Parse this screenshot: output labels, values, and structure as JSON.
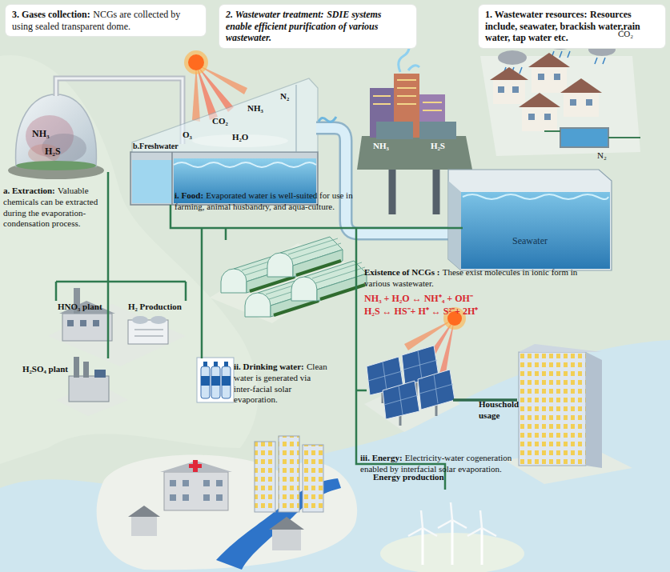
{
  "diagram": {
    "nodes": [
      {
        "text": [
          "3. Gases collection:",
          "NCGs are collected by using sealed transparent dome."
        ]
      },
      {
        "text": [
          "2. Wastewater treatment:",
          "SDIE systems enable efficient purification of various wastewater."
        ]
      },
      {
        "text": [
          "1. Wastewater resources:",
          "Resources include, seawater, brackish water,rain water, tap water etc."
        ]
      }
    ],
    "labels": [
      "a. Extraction:",
      "Valuable chemicals can be extracted during the evaporation-condensation process.",
      "NH₃",
      "H₂S",
      "b.Freshwater",
      "O₃",
      "CO₂",
      "NH₃",
      "N₂",
      "H₂O",
      "NH₃",
      "H₂S",
      "CO₂",
      "N₂",
      "Seawater",
      "i. Food:",
      "Evaporated water is well-suited for use in farming, animal husbandry, and aqua-culture.",
      "Existence of NCGs :",
      "These exist molecules in ionic form in various wastewater.",
      "NH₃ + H₂O ↔ NH⁺₄ + OH⁻",
      "H₂S ↔ HS⁻+ H⁺ ↔ S²⁻+ 2H⁺",
      "HNO₃ plant",
      "H₂ Production",
      "H₂SO₄ plant",
      "ii. Drinking water:",
      "Clean water is generated via inter-facial solar evaporation.",
      "Houschold usage",
      "iii. Energy:",
      "Electricity-water cogeneration enabled by interfacial solar evaporation.",
      "Energy production"
    ]
  }
}
